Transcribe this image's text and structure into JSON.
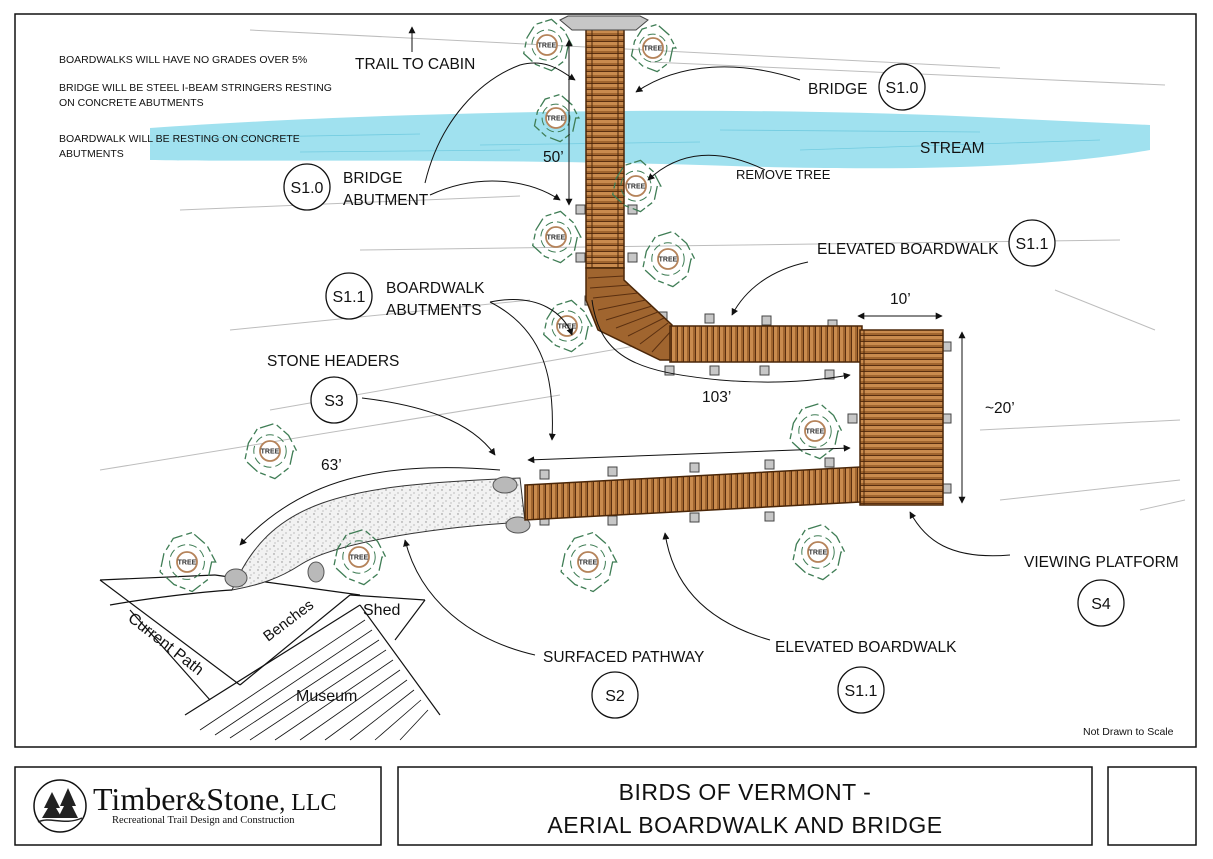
{
  "notes": [
    "BOARDWALKS WILL HAVE NO GRADES OVER 5%",
    "BRIDGE WILL BE STEEL I-BEAM STRINGERS RESTING",
    "ON CONCRETE ABUTMENTS",
    "BOARDWALK WILL BE RESTING ON CONCRETE",
    "ABUTMENTS"
  ],
  "labels": {
    "trail_to_cabin": "TRAIL TO CABIN",
    "bridge": "BRIDGE",
    "stream": "STREAM",
    "remove_tree": "REMOVE TREE",
    "bridge_abutment_1": "BRIDGE",
    "bridge_abutment_2": "ABUTMENT",
    "elevated_boardwalk_top": "ELEVATED BOARDWALK",
    "boardwalk_abutments_1": "BOARDWALK",
    "boardwalk_abutments_2": "ABUTMENTS",
    "stone_headers": "STONE HEADERS",
    "viewing_platform": "VIEWING PLATFORM",
    "surfaced_pathway": "SURFACED PATHWAY",
    "elevated_boardwalk_bottom": "ELEVATED BOARDWALK",
    "current_path": "Current Path",
    "benches": "Benches",
    "shed": "Shed",
    "museum": "Museum",
    "not_to_scale": "Not Drawn to Scale",
    "tree": "TREE"
  },
  "dimensions": {
    "bridge_length": "50’",
    "boardwalk_length": "103’",
    "path_length": "63’",
    "platform_width": "10’",
    "platform_depth": "~20’"
  },
  "detail_codes": {
    "bridge": "S1.0",
    "bridge_abutment": "S1.0",
    "elevated_boardwalk_top": "S1.1",
    "boardwalk_abutments": "S1.1",
    "stone_headers": "S3",
    "viewing_platform": "S4",
    "surfaced_pathway": "S2",
    "elevated_boardwalk_bottom": "S1.1"
  },
  "title_block": {
    "company_name": "Timber",
    "company_amp": "&",
    "company_name_2": "Stone",
    "company_suffix": ", LLC",
    "company_tagline": "Recreational Trail Design and Construction",
    "title_line_1": "BIRDS OF VERMONT  -",
    "title_line_2": "AERIAL BOARDWALK AND BRIDGE"
  },
  "colors": {
    "stream": "#8fdcec",
    "wood_dark": "#6b3d18",
    "wood_mid": "#a0652f",
    "wood_light": "#c98b4e",
    "tree_outline": "#3f7d55",
    "tree_ring": "#b5835a",
    "pier": "#c7c7c7"
  }
}
